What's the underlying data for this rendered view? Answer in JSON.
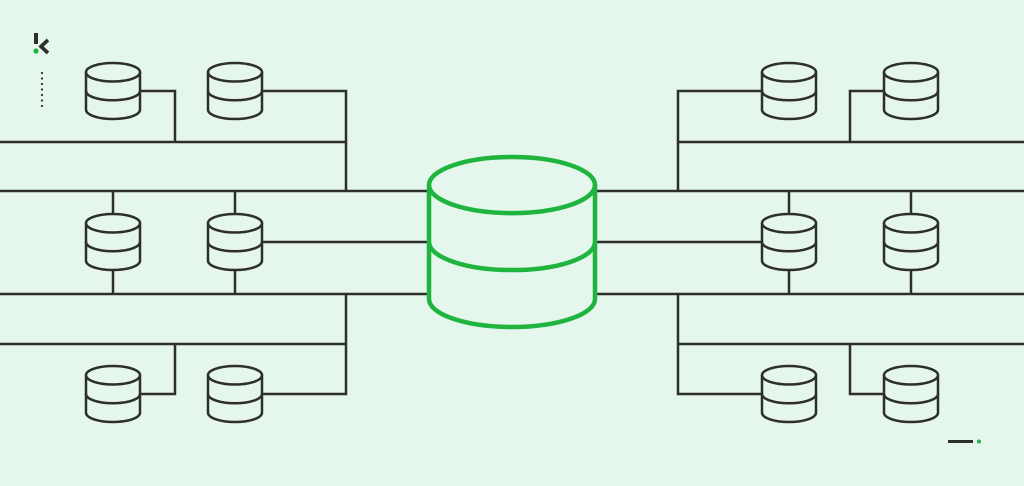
{
  "colors": {
    "background": "#e5f6ec",
    "line": "#2e2e2e",
    "accent": "#1fb43e",
    "logo_dot": "#1fb43e"
  },
  "logo": {
    "icon": "klaviyo-k-logo-icon"
  },
  "diagram": {
    "central_node": {
      "icon": "database-icon",
      "highlighted": true
    },
    "peripheral_nodes": [
      {
        "icon": "database-icon",
        "side": "left",
        "row": "top"
      },
      {
        "icon": "database-icon",
        "side": "left",
        "row": "top"
      },
      {
        "icon": "database-icon",
        "side": "left",
        "row": "middle"
      },
      {
        "icon": "database-icon",
        "side": "left",
        "row": "middle"
      },
      {
        "icon": "database-icon",
        "side": "left",
        "row": "bottom"
      },
      {
        "icon": "database-icon",
        "side": "left",
        "row": "bottom"
      },
      {
        "icon": "database-icon",
        "side": "right",
        "row": "top"
      },
      {
        "icon": "database-icon",
        "side": "right",
        "row": "top"
      },
      {
        "icon": "database-icon",
        "side": "right",
        "row": "middle"
      },
      {
        "icon": "database-icon",
        "side": "right",
        "row": "middle"
      },
      {
        "icon": "database-icon",
        "side": "right",
        "row": "bottom"
      },
      {
        "icon": "database-icon",
        "side": "right",
        "row": "bottom"
      }
    ]
  }
}
